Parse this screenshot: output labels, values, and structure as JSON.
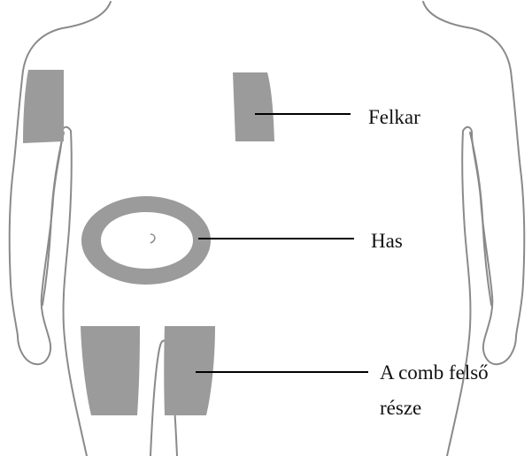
{
  "colors": {
    "outline": "#8a8a8a",
    "injection_zone": "#9b9b9b",
    "leader_line": "#000000",
    "background": "#ffffff"
  },
  "labels": {
    "upper_arm": "Felkar",
    "abdomen": "Has",
    "thigh_line1": "A comb felső",
    "thigh_line2": "része"
  }
}
